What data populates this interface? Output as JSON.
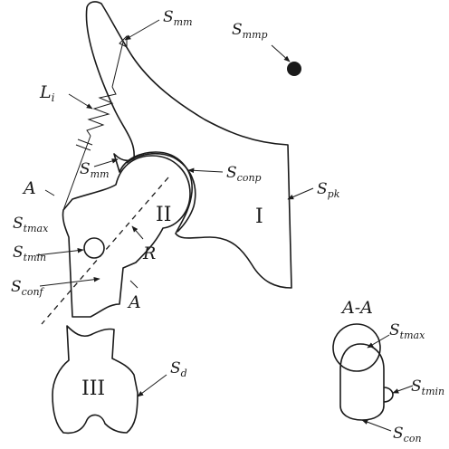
{
  "diagram": {
    "labels": {
      "s_mm_top": {
        "main": "S",
        "sub": "mm"
      },
      "s_mmp": {
        "main": "S",
        "sub": "mmp"
      },
      "l_i": {
        "main": "L",
        "sub": "i"
      },
      "s_mm_mid": {
        "main": "S",
        "sub": "mm"
      },
      "s_conp": {
        "main": "S",
        "sub": "conp"
      },
      "a_top": "A",
      "s_pk": {
        "main": "S",
        "sub": "pk"
      },
      "s_tmax": {
        "main": "S",
        "sub": "tmax"
      },
      "s_tmin": {
        "main": "S",
        "sub": "tmin"
      },
      "r": "R",
      "s_conf": {
        "main": "S",
        "sub": "conf"
      },
      "a_bottom": "A",
      "s_d": {
        "main": "S",
        "sub": "d"
      },
      "section_title": "A-A",
      "s_tmax_sec": {
        "main": "S",
        "sub": "tmax"
      },
      "s_tmin_sec": {
        "main": "S",
        "sub": "tmin"
      },
      "s_con_sec": {
        "main": "S",
        "sub": "con"
      }
    },
    "parts": {
      "part_1": "I",
      "part_2": "II",
      "part_3": "III"
    }
  }
}
